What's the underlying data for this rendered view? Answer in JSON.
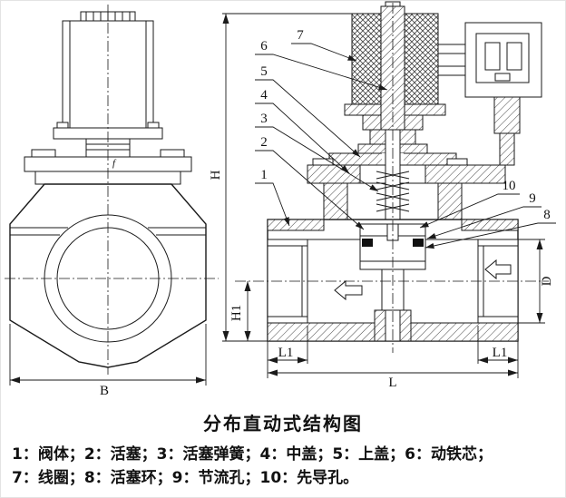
{
  "figure": {
    "title": "分布直动式结构图",
    "legend_line1": "1：阀体；2：活塞；3：活塞弹簧；4：中盖；5：上盖；6：动铁芯；",
    "legend_line2": "7：线圈；8：活塞环；9：节流孔；10：先导孔。"
  },
  "callouts": {
    "n1": "1",
    "n2": "2",
    "n3": "3",
    "n4": "4",
    "n5": "5",
    "n6": "6",
    "n7": "7",
    "n8": "8",
    "n9": "9",
    "n10": "10"
  },
  "dims": {
    "H": "H",
    "H1": "H1",
    "B": "B",
    "L": "L",
    "L1": "L1",
    "D": "D"
  },
  "annotations": {
    "surface_mark": "f"
  },
  "colors": {
    "line": "#1a1a1a",
    "hatch": "#444444",
    "background": "#ffffff"
  }
}
